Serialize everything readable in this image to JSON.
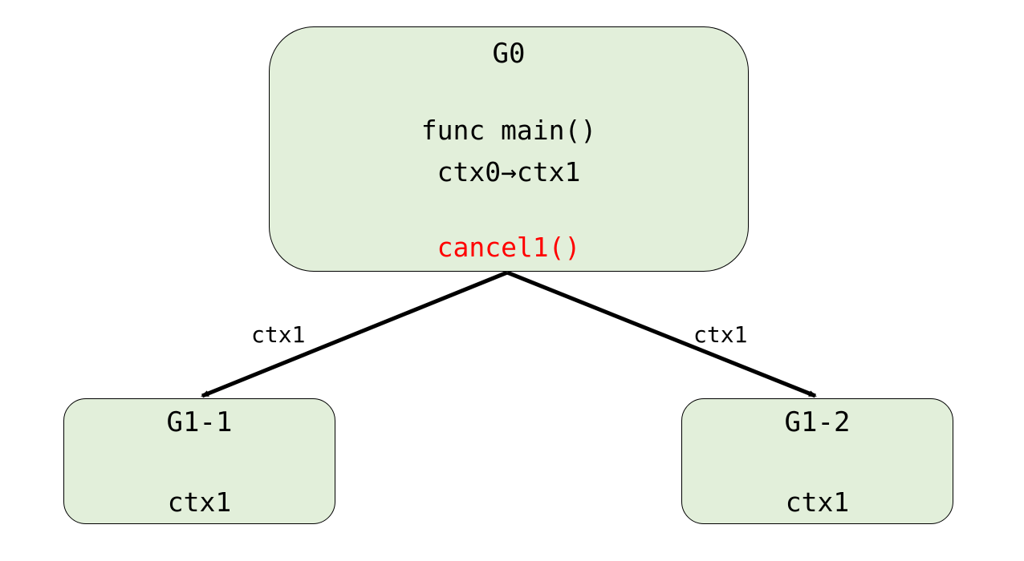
{
  "diagram": {
    "root": {
      "title": "G0",
      "line1": "func main()",
      "line2": "ctx0→ctx1",
      "line3": "cancel1()",
      "line3_color": "#ff0000"
    },
    "children": [
      {
        "title": "G1-1",
        "context": "ctx1"
      },
      {
        "title": "G1-2",
        "context": "ctx1"
      }
    ],
    "edges": [
      {
        "from": "G0",
        "to": "G1-1",
        "label": "ctx1"
      },
      {
        "from": "G0",
        "to": "G1-2",
        "label": "ctx1"
      }
    ],
    "colors": {
      "node_fill": "#e2efda",
      "stroke": "#000000",
      "highlight": "#ff0000"
    }
  }
}
